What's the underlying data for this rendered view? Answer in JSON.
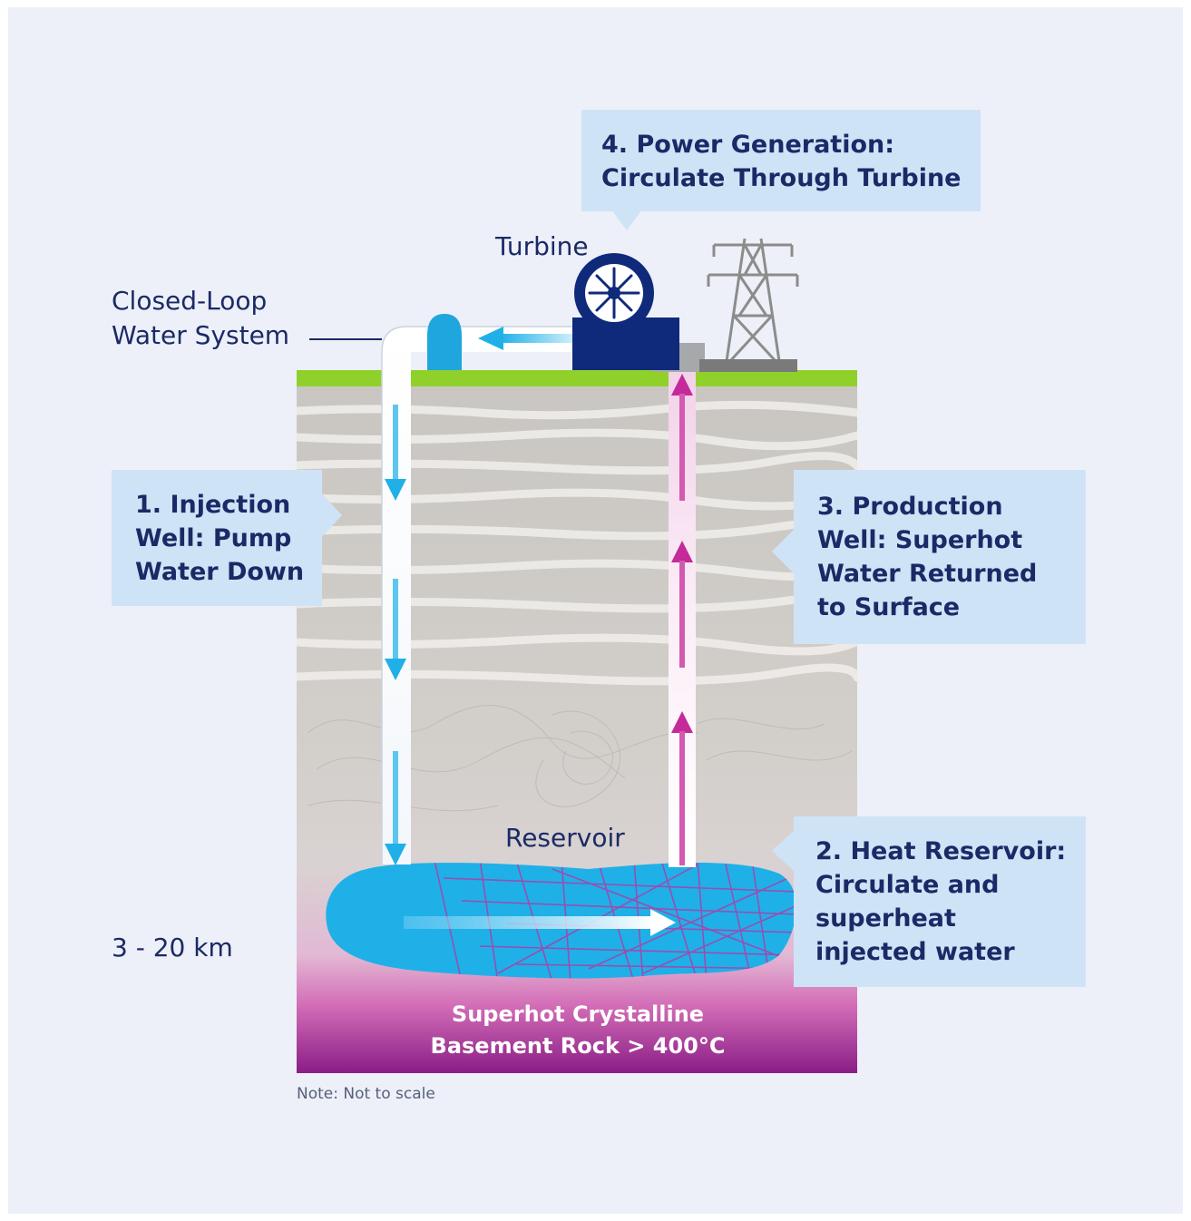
{
  "diagram": {
    "step1": {
      "lines": [
        "1. Injection",
        "Well: Pump",
        "Water Down"
      ]
    },
    "step2": {
      "lines": [
        "2. Heat Reservoir:",
        "Circulate and",
        "superheat",
        "injected water"
      ]
    },
    "step3": {
      "lines": [
        "3. Production",
        "Well: Superhot",
        "Water Returned",
        "to Surface"
      ]
    },
    "step4": {
      "lines": [
        "4. Power Generation:",
        "Circulate Through Turbine"
      ]
    },
    "turbine_label": "Turbine",
    "closed_loop_label": {
      "lines": [
        "Closed-Loop",
        "Water System"
      ]
    },
    "reservoir_label": "Reservoir",
    "depth_label": "3 - 20 km",
    "basement_label": {
      "lines": [
        "Superhot Crystalline",
        "Basement Rock > 400°C"
      ]
    },
    "note": "Note: Not to scale",
    "colors": {
      "background": "#edf0f8",
      "callout": "#cfe3f7",
      "text": "#1b2a66",
      "ground": "#8fd12a",
      "water_blue": "#1fb0e8",
      "hot_magenta": "#c42a9a",
      "turbine_navy": "#0f2a7a"
    },
    "icons": [
      "turbine-icon",
      "power-tower-icon",
      "down-arrow-icon",
      "up-arrow-icon",
      "right-arrow-icon"
    ]
  }
}
